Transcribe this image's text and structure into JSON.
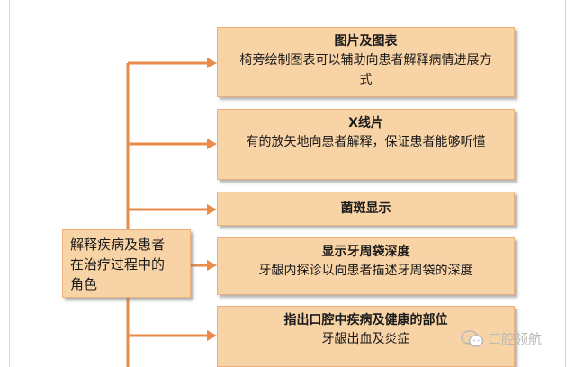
{
  "main": {
    "lines": [
      "解释疾病及患者",
      "在治疗过程中的",
      "角色"
    ]
  },
  "boxes": [
    {
      "title": "图片及图表",
      "desc": "椅旁绘制图表可以辅助向患者解释病情进展方式"
    },
    {
      "title": "X线片",
      "desc": "有的放矢地向患者解释，保证患者能够听懂"
    },
    {
      "title": "菌斑显示",
      "desc": ""
    },
    {
      "title": "显示牙周袋深度",
      "desc": "牙龈内探诊以向患者描述牙周袋的深度"
    },
    {
      "title": "指出口腔中疾病及健康的部位",
      "desc": "牙龈出血及炎症"
    }
  ],
  "watermark": {
    "text": "口腔领航",
    "icon": "wechat-icon"
  },
  "colors": {
    "box_fill": "#f8d3a5",
    "box_border": "#e8b07a",
    "connector": "#e98b4a"
  }
}
